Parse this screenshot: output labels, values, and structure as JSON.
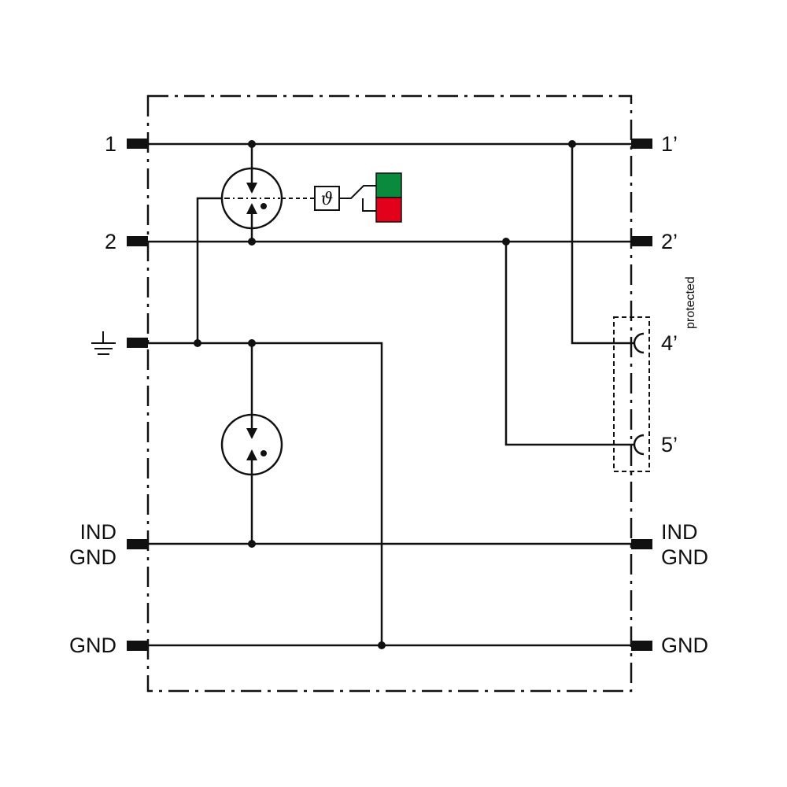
{
  "terminals": {
    "left": {
      "t1": "1",
      "t2": "2",
      "ind_gnd_line1": "IND",
      "ind_gnd_line2": "GND",
      "gnd": "GND"
    },
    "right": {
      "t1": "1’",
      "t2": "2’",
      "t4": "4’",
      "t5": "5’",
      "ind_gnd_line1": "IND",
      "ind_gnd_line2": "GND",
      "gnd": "GND"
    }
  },
  "protected_label": "protected",
  "thermal_symbol": "ϑ",
  "indicator_colors": {
    "ok": "#0a8a3c",
    "fault": "#e3001b"
  },
  "icons": {
    "ground": "ground-symbol-icon",
    "gas_discharge_tube": "gas-discharge-tube-icon",
    "thermal_switch": "thermal-disconnector-icon"
  }
}
